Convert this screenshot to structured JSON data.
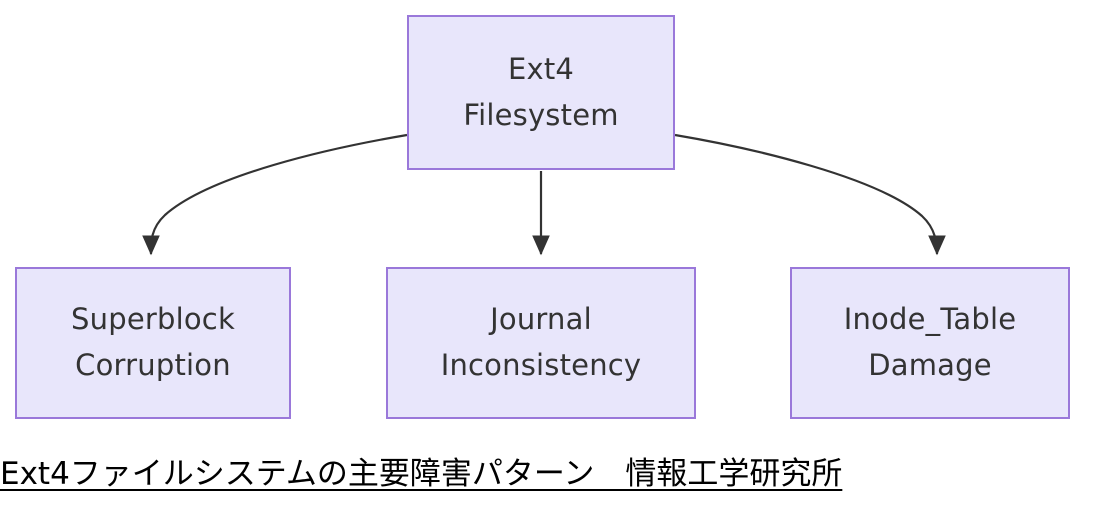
{
  "diagram": {
    "type": "flowchart",
    "direction": "top-down",
    "theme": {
      "node_fill": "#e8e6fb",
      "node_border": "#9a78da",
      "node_text": "#333333",
      "edge_color": "#333333",
      "background": "#ffffff",
      "caption_text": "#000000"
    },
    "nodes": [
      {
        "id": "root",
        "lines": [
          "Ext4",
          "Filesystem"
        ],
        "line1": "Ext4",
        "line2": "Filesystem"
      },
      {
        "id": "superblock",
        "lines": [
          "Superblock",
          "Corruption"
        ],
        "line1": "Superblock",
        "line2": "Corruption"
      },
      {
        "id": "journal",
        "lines": [
          "Journal",
          "Inconsistency"
        ],
        "line1": "Journal",
        "line2": "Inconsistency"
      },
      {
        "id": "inode",
        "lines": [
          "Inode_Table",
          "Damage"
        ],
        "line1": "Inode_Table",
        "line2": "Damage"
      }
    ],
    "edges": [
      {
        "id": "edge-root-superblock",
        "from": "root",
        "to": "superblock",
        "style": "curved-arrow"
      },
      {
        "id": "edge-root-journal",
        "from": "root",
        "to": "journal",
        "style": "straight-arrow"
      },
      {
        "id": "edge-root-inode",
        "from": "root",
        "to": "inode",
        "style": "curved-arrow"
      }
    ]
  },
  "caption": {
    "text": "Ext4ファイルシステムの主要障害パターン　情報工学研究所"
  }
}
